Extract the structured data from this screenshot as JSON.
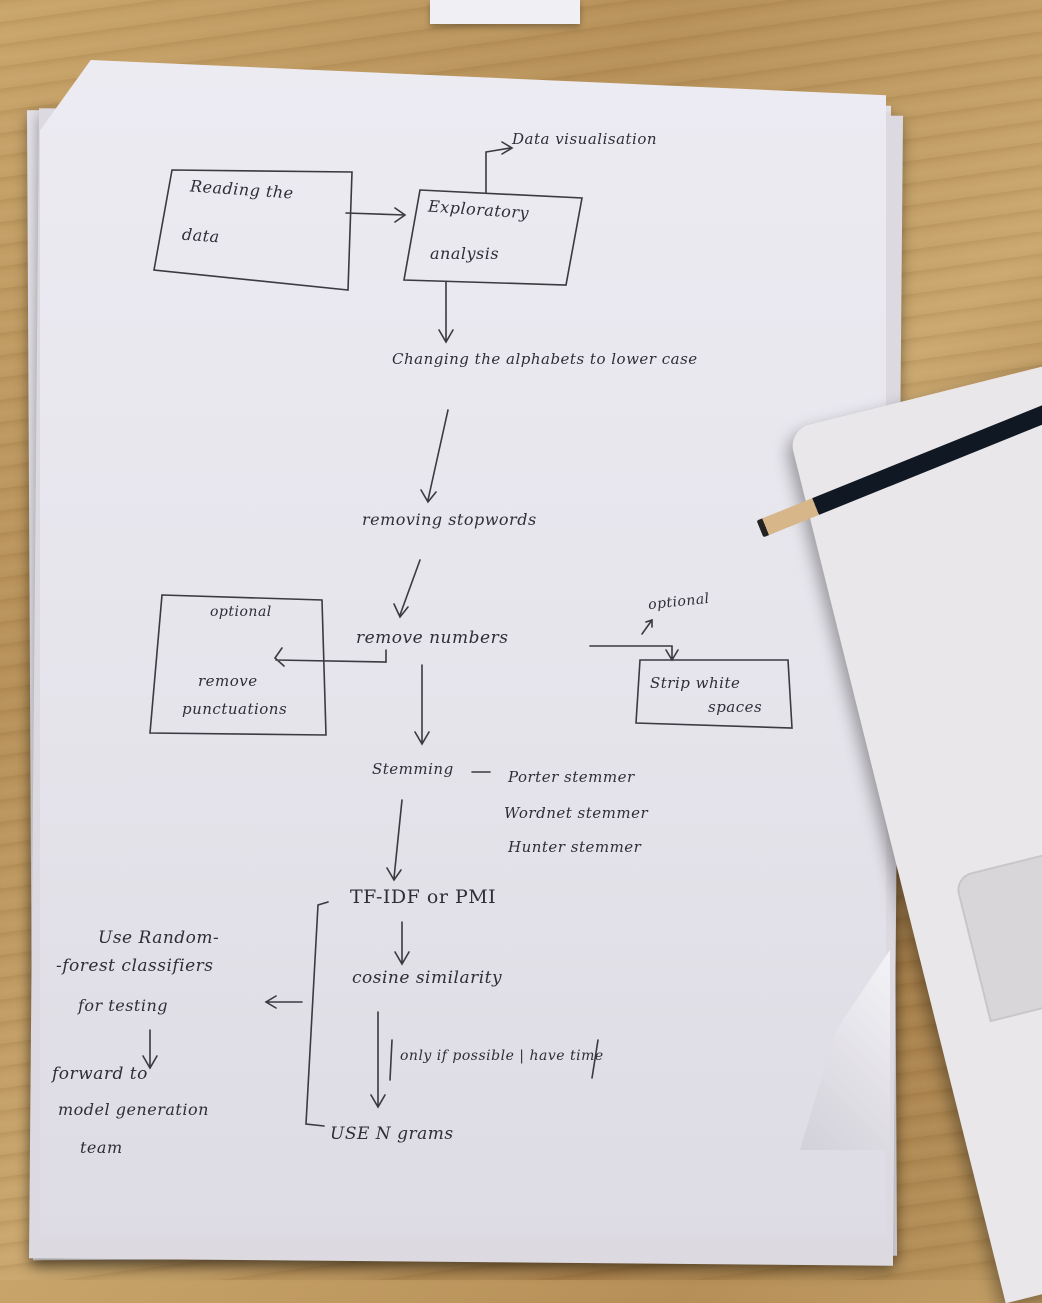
{
  "diagram": {
    "data_visualisation": "Data visualisation",
    "reading_the_data": [
      "Reading the",
      "data"
    ],
    "exploratory_analysis": [
      "Exploratory",
      "analysis"
    ],
    "changing_lowercase": "Changing the alphabets to lower case",
    "removing_stopwords": "removing stopwords",
    "optional_left": "optional",
    "remove_punctuations": [
      "remove",
      "punctuations"
    ],
    "remove_numbers": "remove numbers",
    "optional_right": "optional",
    "strip_white_spaces": [
      "Strip white",
      "spaces"
    ],
    "stemming": "Stemming",
    "stemmers": [
      "Porter stemmer",
      "Wordnet stemmer",
      "Hunter stemmer"
    ],
    "tf_idf_or_pmi": "TF-IDF or PMI",
    "cosine_similarity": "cosine similarity",
    "only_if_possible": "only if possible | have time",
    "use_ngrams": "USE N grams",
    "random_forest": [
      "Use Random-",
      "-forest classifiers",
      "for testing"
    ],
    "forward_model_team": [
      "forward to",
      "model generation",
      "team"
    ]
  }
}
